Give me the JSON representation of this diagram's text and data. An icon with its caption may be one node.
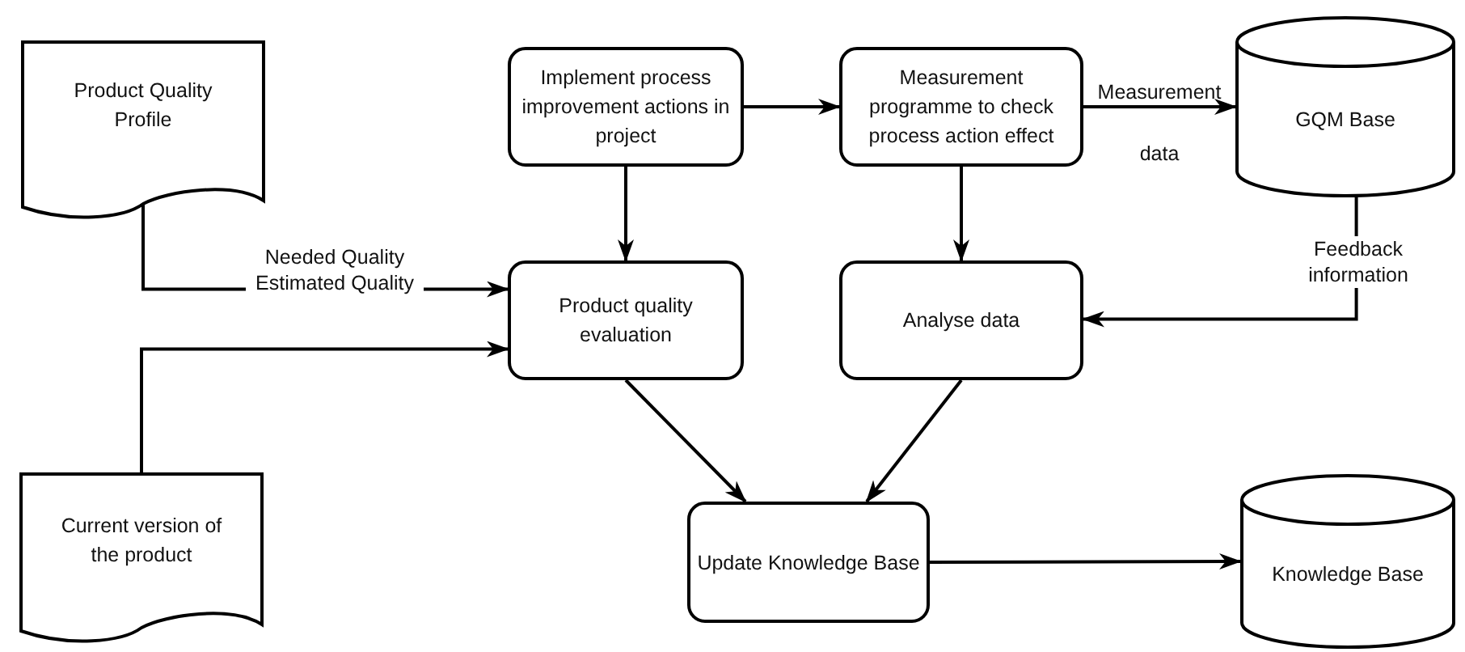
{
  "diagram": {
    "nodes": [
      {
        "text": [
          "Product Quality Profile"
        ]
      },
      {
        "text": [
          "Implement process improvement actions in project"
        ]
      },
      {
        "text": [
          "Measurement programme to check process action effect"
        ]
      },
      {
        "text": [
          "GQM Base"
        ]
      },
      {
        "text": [
          "Product quality evaluation"
        ]
      },
      {
        "text": [
          "Analyse data"
        ]
      },
      {
        "text": [
          "Current version of the product"
        ]
      },
      {
        "text": [
          "Update Knowledge Base"
        ]
      },
      {
        "text": [
          "Knowledge Base"
        ]
      }
    ],
    "edges": [
      {
        "from": 0,
        "to": 4,
        "arrow": "to",
        "label": "Needed Quality Estimated Quality"
      },
      {
        "from": 6,
        "to": 4,
        "arrow": "to"
      },
      {
        "from": 1,
        "to": 4,
        "arrow": "to"
      },
      {
        "from": 1,
        "to": 2,
        "arrow": "to"
      },
      {
        "from": 2,
        "to": 3,
        "arrow": "to",
        "label": "Measurement data"
      },
      {
        "from": 2,
        "to": 5,
        "arrow": "to"
      },
      {
        "from": 3,
        "to": 5,
        "arrow": "to",
        "label": "Feedback information"
      },
      {
        "from": 4,
        "to": 7,
        "arrow": "to"
      },
      {
        "from": 5,
        "to": 7,
        "arrow": "to"
      },
      {
        "from": 7,
        "to": 8,
        "arrow": "to"
      }
    ]
  }
}
